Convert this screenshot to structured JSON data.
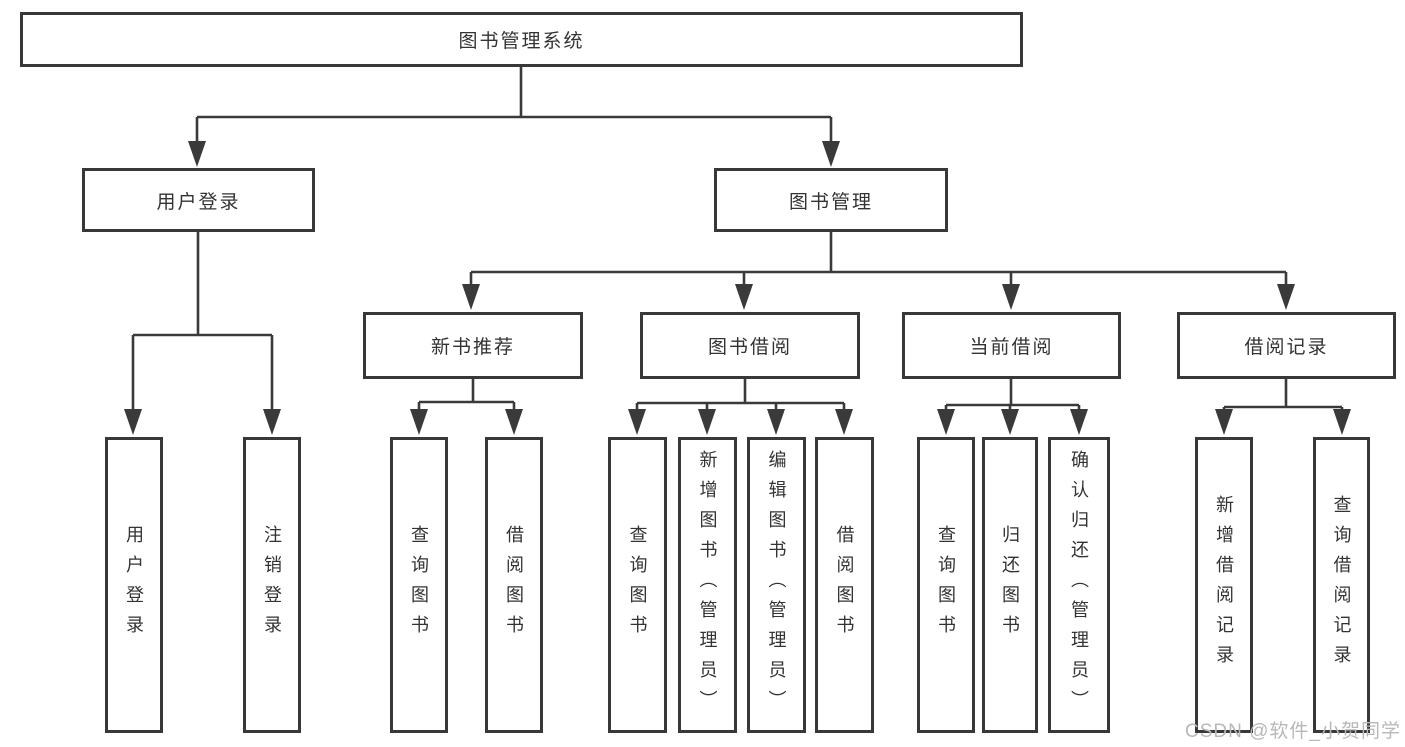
{
  "tree": {
    "label": "图书管理系统",
    "children": [
      {
        "label": "用户登录",
        "children": [
          {
            "label": "用户登录"
          },
          {
            "label": "注销登录"
          }
        ]
      },
      {
        "label": "图书管理",
        "children": [
          {
            "label": "新书推荐",
            "children": [
              {
                "label": "查询图书"
              },
              {
                "label": "借阅图书"
              }
            ]
          },
          {
            "label": "图书借阅",
            "children": [
              {
                "label": "查询图书"
              },
              {
                "label": "新增图书（管理员）"
              },
              {
                "label": "编辑图书（管理员）"
              },
              {
                "label": "借阅图书"
              }
            ]
          },
          {
            "label": "当前借阅",
            "children": [
              {
                "label": "查询图书"
              },
              {
                "label": "归还图书"
              },
              {
                "label": "确认归还（管理员）"
              }
            ]
          },
          {
            "label": "借阅记录",
            "children": [
              {
                "label": "新增借阅记录"
              },
              {
                "label": "查询借阅记录"
              }
            ]
          }
        ]
      }
    ]
  },
  "watermark": {
    "text": "CSDN @软件_小贺同学"
  },
  "colors": {
    "line": "#3a3a3a",
    "text": "#333333",
    "box_background": "#ffffff",
    "watermark": "#b8b8b8",
    "page_background": "#ffffff"
  }
}
